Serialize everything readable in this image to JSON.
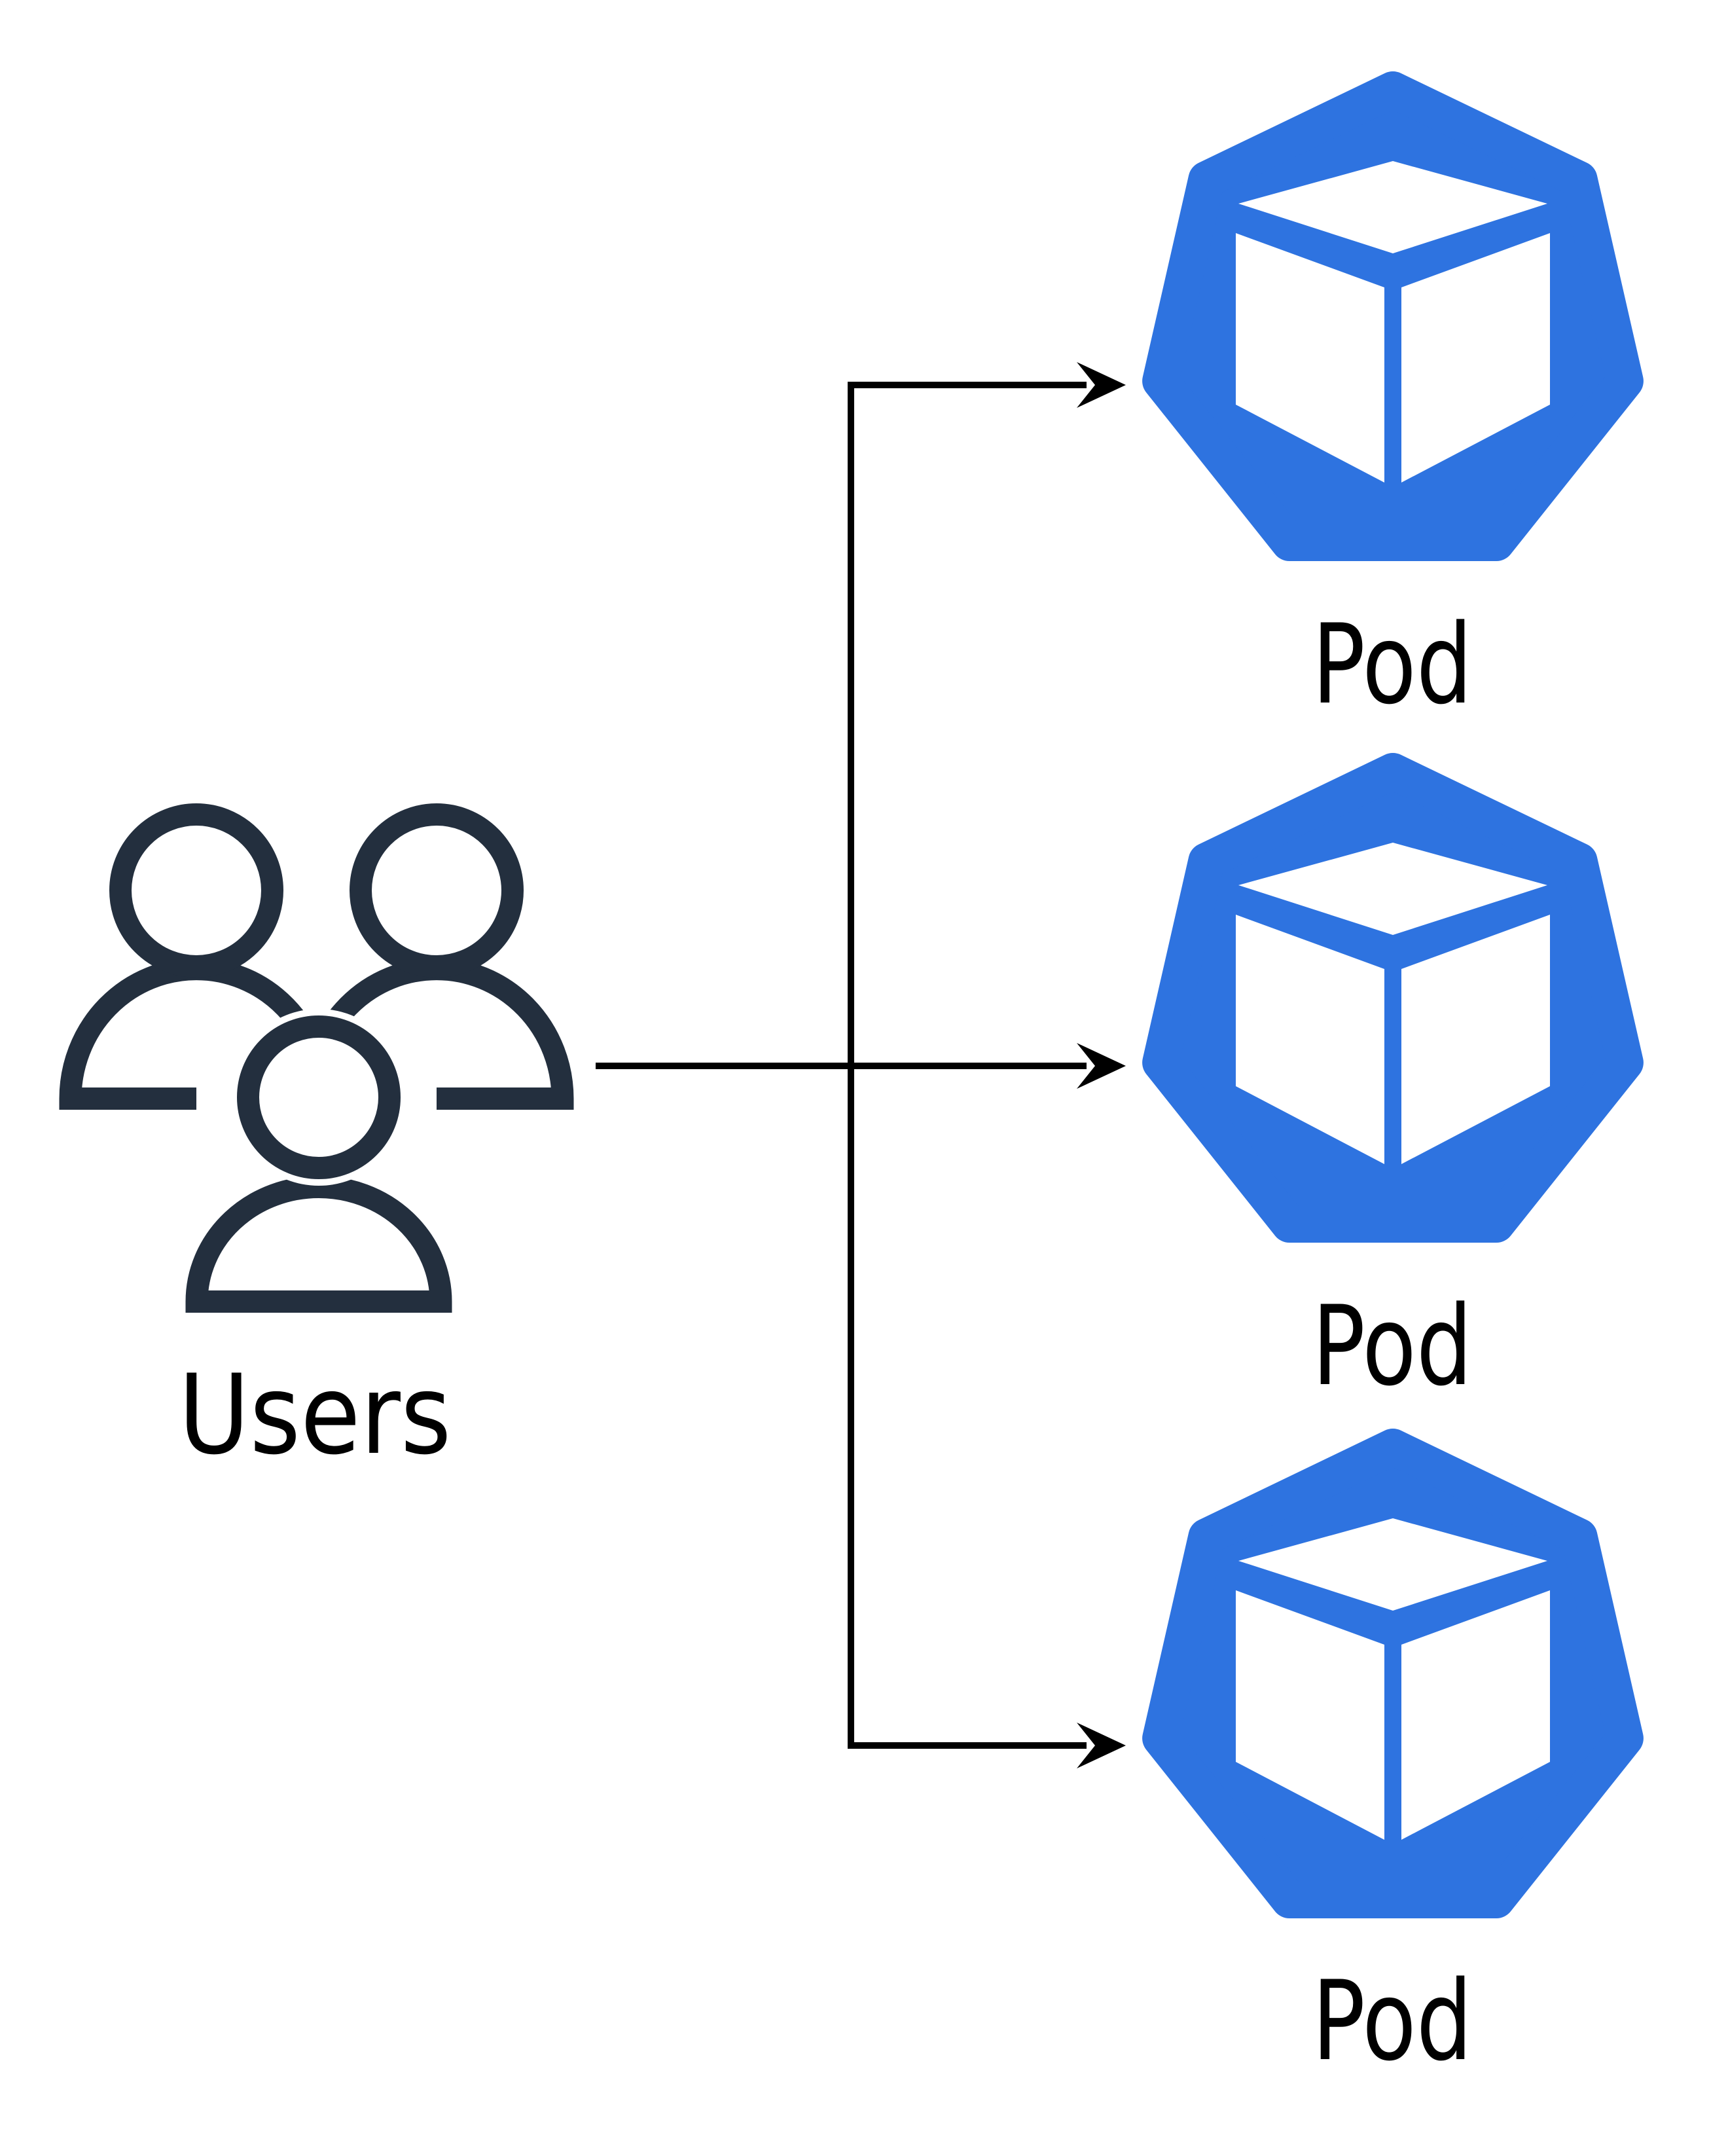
{
  "diagram": {
    "background_color": "#ffffff",
    "connector_color": "#000000",
    "users_group": {
      "label": "Users",
      "icon": "users-group-icon",
      "icon_color": "#232F3E",
      "person_count": 3
    },
    "pods": [
      {
        "label": "Pod"
      },
      {
        "label": "Pod"
      },
      {
        "label": "Pod"
      }
    ],
    "pod_style": {
      "icon": "kubernetes-pod-icon",
      "heptagon_color": "#2E73E0",
      "cube_color": "#ffffff"
    },
    "edges": [
      {
        "from": "users",
        "to": "pod-1",
        "arrow_end": true
      },
      {
        "from": "users",
        "to": "pod-2",
        "arrow_end": true
      },
      {
        "from": "users",
        "to": "pod-3",
        "arrow_end": true
      }
    ]
  }
}
